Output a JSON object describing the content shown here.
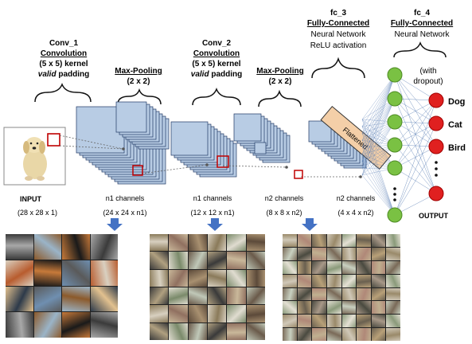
{
  "labels": {
    "conv1": {
      "name": "Conv_1",
      "kind": "Convolution",
      "kernel": "(5 x 5) kernel",
      "padding_word": "valid",
      "padding_rest": "padding"
    },
    "pool1": {
      "name": "Max-Pooling",
      "size": "(2 x 2)"
    },
    "conv2": {
      "name": "Conv_2",
      "kind": "Convolution",
      "kernel": "(5 x 5) kernel",
      "padding_word": "valid",
      "padding_rest": "padding"
    },
    "pool2": {
      "name": "Max-Pooling",
      "size": "(2 x 2)"
    },
    "fc3": {
      "name": "fc_3",
      "kind": "Fully-Connected",
      "line1": "Neural Network",
      "line2": "ReLU activation"
    },
    "fc4": {
      "name": "fc_4",
      "kind": "Fully-Connected",
      "line1": "Neural Network"
    },
    "dropout_note": "(with",
    "dropout_note_2": "dropout)",
    "flattened": "Flattened",
    "input_title": "INPUT",
    "input_dims": "(28 x 28 x 1)",
    "output_title": "OUTPUT",
    "classes": [
      "Dog",
      "Cat",
      "Bird"
    ],
    "ellipsis": "•\n•\n•",
    "stages": [
      {
        "channels": "n1 channels",
        "dims": "(24 x 24 x n1)"
      },
      {
        "channels": "n1 channels",
        "dims": "(12 x 12 x n1)"
      },
      {
        "channels": "n2 channels",
        "dims": "(8 x 8 x n2)"
      },
      {
        "channels": "n2 channels",
        "dims": "(4 x 4 x n2)"
      }
    ]
  },
  "colors": {
    "feature_map": "#b8cce4",
    "feature_map_edge": "#1f3864",
    "kernel_box": "#c00000",
    "flatten": "#f4cfa8",
    "hidden_node": "#7ac143",
    "output_node": "#e02020",
    "down_arrow": "#4472c4",
    "connection": "#5b7fb5"
  },
  "icons": [
    "puppy-photo",
    "down-arrow-icon",
    "curly-brace-icon"
  ]
}
